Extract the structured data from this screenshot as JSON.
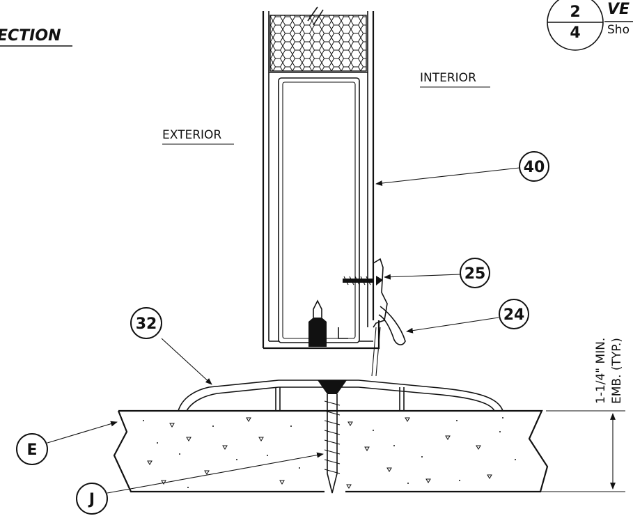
{
  "title": {
    "section_title": "ECTION",
    "sheet_ref_top": "2",
    "sheet_ref_bottom": "4",
    "sheet_title_partial": "VE",
    "sheet_subtitle_partial": "Sho"
  },
  "labels": {
    "exterior": "EXTERIOR",
    "interior": "INTERIOR"
  },
  "callouts": [
    {
      "id": "40",
      "label": "40"
    },
    {
      "id": "25",
      "label": "25"
    },
    {
      "id": "24",
      "label": "24"
    },
    {
      "id": "32",
      "label": "32"
    },
    {
      "id": "E",
      "label": "E"
    },
    {
      "id": "J",
      "label": "J"
    }
  ],
  "dimension": {
    "line1": "1-1/4\" MIN.",
    "line2": "EMB. (TYP.)"
  }
}
